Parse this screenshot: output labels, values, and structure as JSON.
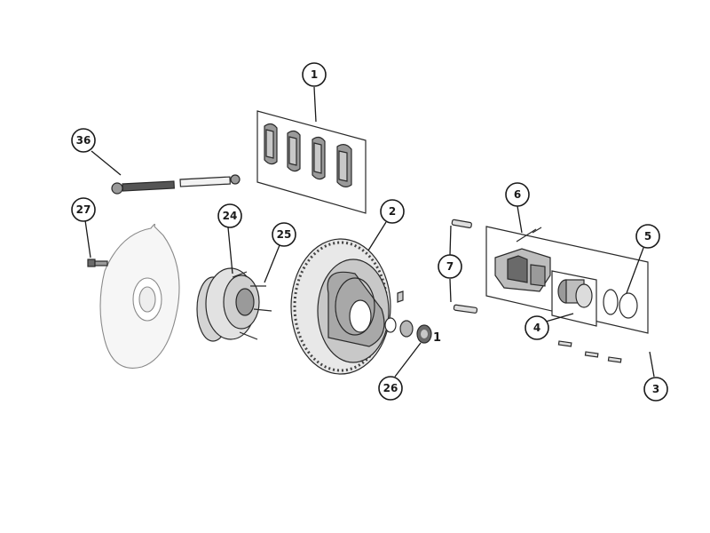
{
  "diagram": {
    "callouts": [
      {
        "id": "c1",
        "label": "1",
        "part": "brake-pads"
      },
      {
        "id": "c2",
        "label": "2",
        "part": "brake-rotor"
      },
      {
        "id": "c3",
        "label": "3",
        "part": "caliper-assembly-kit"
      },
      {
        "id": "c4",
        "label": "4",
        "part": "caliper-piston"
      },
      {
        "id": "c5",
        "label": "5",
        "part": "piston-seal-boot"
      },
      {
        "id": "c6",
        "label": "6",
        "part": "bleeder-screw"
      },
      {
        "id": "c7",
        "label": "7",
        "part": "slide-pin-clips"
      },
      {
        "id": "c24",
        "label": "24",
        "part": "hub-bearing"
      },
      {
        "id": "c25",
        "label": "25",
        "part": "wheel-studs"
      },
      {
        "id": "c26",
        "label": "26",
        "part": "hub-nut"
      },
      {
        "id": "c27",
        "label": "27",
        "part": "shield-bolt"
      },
      {
        "id": "c36",
        "label": "36",
        "part": "axle-shaft"
      }
    ],
    "nut_tag": "1",
    "colors": {
      "line": "#1a1a1a",
      "fill_light": "#e8e8e8",
      "fill_mid": "#c8c8c8",
      "fill_dark": "#6a6a6a"
    }
  }
}
